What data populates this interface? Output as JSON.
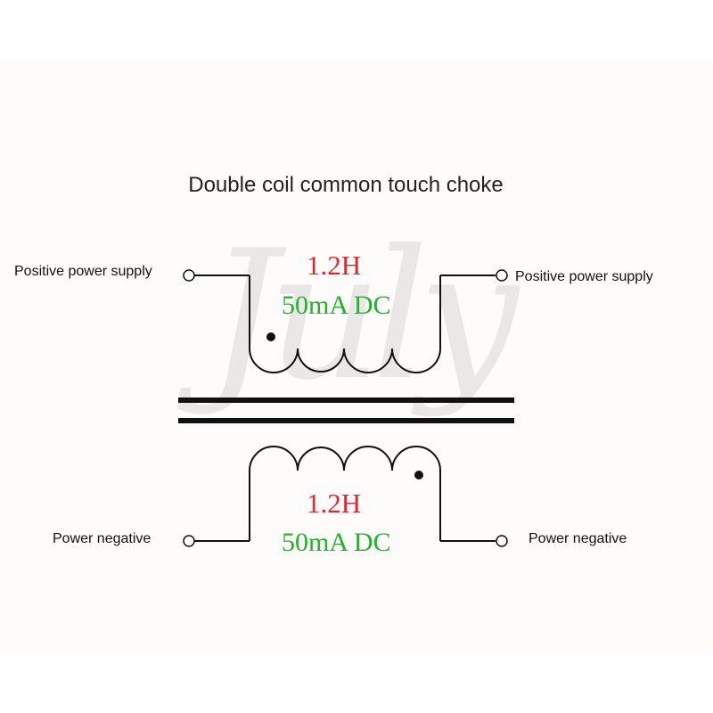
{
  "title": "Double coil common touch choke",
  "watermark": "July",
  "top_coil": {
    "inductance": "1.2H",
    "current": "50mA DC",
    "left_terminal": "Positive power supply",
    "right_terminal": "Positive power supply"
  },
  "bottom_coil": {
    "inductance": "1.2H",
    "current": "50mA DC",
    "left_terminal": "Power negative",
    "right_terminal": "Power negative"
  },
  "colors": {
    "inductance": "#e2262f",
    "current": "#22b22c",
    "wire": "#111111"
  }
}
